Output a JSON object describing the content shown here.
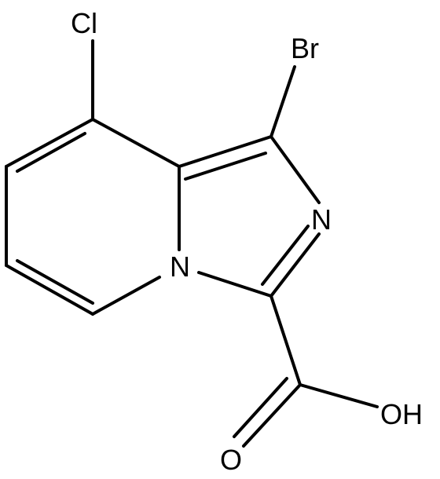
{
  "molecule": {
    "atoms": {
      "cl": "Cl",
      "br": "Br",
      "n_ring": "N",
      "n_bridge": "N",
      "carboxyl_o": "O",
      "hydroxyl": "OH"
    }
  }
}
